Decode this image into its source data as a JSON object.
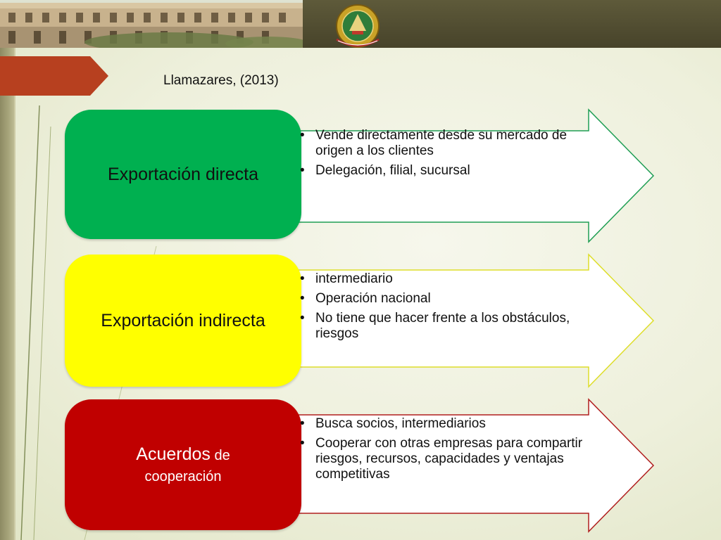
{
  "citation": "Llamazares, (2013)",
  "colors": {
    "green": "#00b050",
    "green_outline": "#1f9e54",
    "yellow": "#ffff00",
    "yellow_outline": "#dede2a",
    "red": "#c00000",
    "red_outline": "#b01e1e",
    "tab_red": "#b7401f"
  },
  "header": {
    "emblem_icon": "university-seal-icon",
    "building_image": "campus-building-image"
  },
  "rows": [
    {
      "title": "Exportación directa",
      "items": [
        " Vende directamente desde su mercado de origen a los clientes",
        "Delegación, filial, sucursal"
      ]
    },
    {
      "title": "Exportación indirecta",
      "items": [
        "intermediario",
        "Operación nacional",
        "No tiene que hacer frente a los obstáculos, riesgos"
      ]
    },
    {
      "title_main": "Acuerdos",
      "title_rest": " de",
      "title_line2": "cooperación",
      "items": [
        "Busca socios, intermediarios",
        " Cooperar con otras empresas para compartir riesgos, recursos, capacidades y ventajas competitivas"
      ]
    }
  ]
}
